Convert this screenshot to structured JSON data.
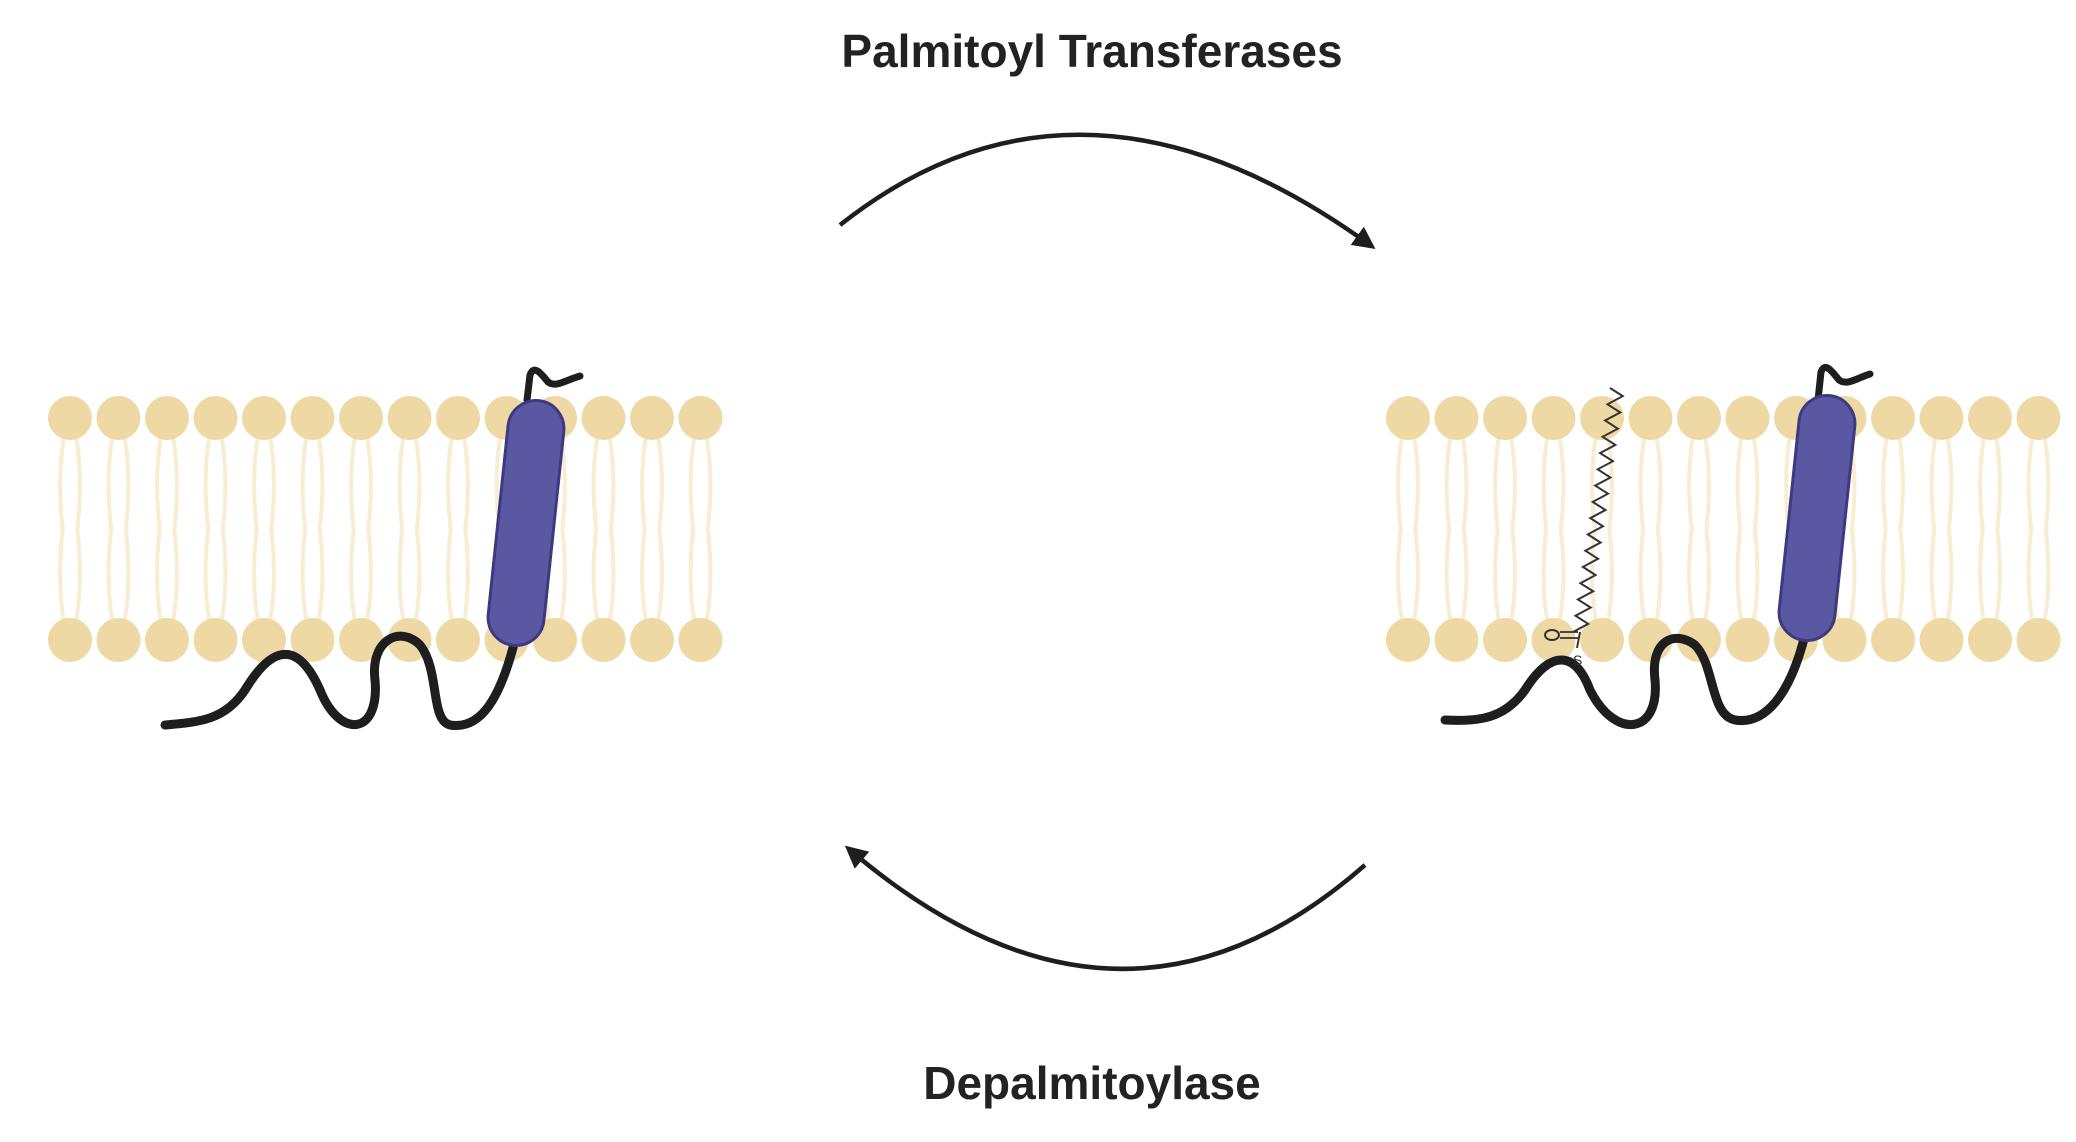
{
  "labels": {
    "forward_enzyme": "Palmitoyl Transferases",
    "reverse_enzyme": "Depalmitoylase"
  },
  "colors": {
    "lipid_head": "#EED9A4",
    "lipid_tail": "#F8EDD2",
    "helix": "#5A58A2",
    "helix_outline": "#3D3A80",
    "backbone": "#1e1e1e",
    "arrow": "#1e1e1e"
  },
  "states": [
    {
      "name": "unmodified-protein",
      "palmitoylated": false
    },
    {
      "name": "palmitoylated-protein",
      "palmitoylated": true
    }
  ]
}
